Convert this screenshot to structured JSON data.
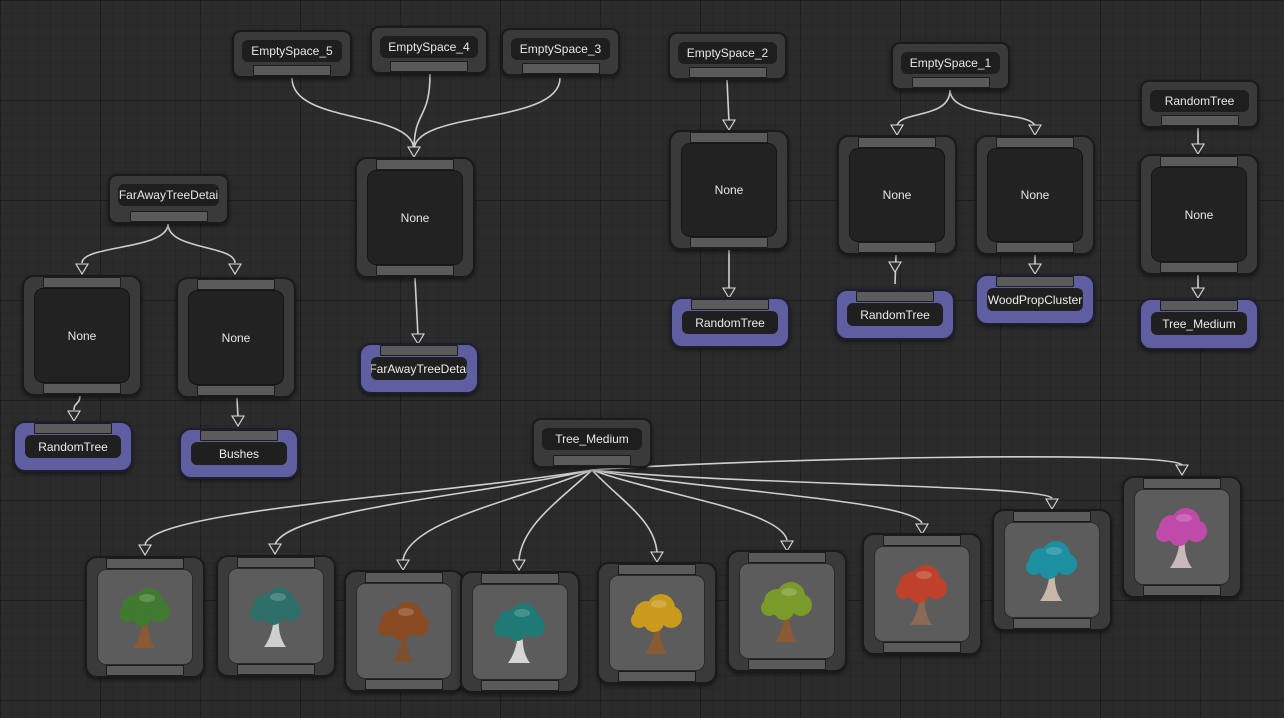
{
  "colors": {
    "background": "#2b2b2b",
    "node": "#3a3a3a",
    "node_inner": "#222222",
    "output_node": "#5e5ea0",
    "edge": "#cfcfcf"
  },
  "label_nodes": {
    "empty_space_5": "EmptySpace_5",
    "empty_space_4": "EmptySpace_4",
    "empty_space_3": "EmptySpace_3",
    "empty_space_2": "EmptySpace_2",
    "empty_space_1": "EmptySpace_1",
    "far_away_tree_detail": "FarAwayTreeDetai",
    "random_tree": "RandomTree",
    "tree_medium": "Tree_Medium"
  },
  "none_nodes": {
    "center": "None",
    "left_a": "None",
    "left_b": "None",
    "mid_right": "None",
    "right_a": "None",
    "right_b": "None",
    "far_right": "None"
  },
  "output_nodes": {
    "random_tree_left": "RandomTree",
    "bushes": "Bushes",
    "far_away_tree_detail": "FarAwayTreeDetai",
    "random_tree_mid": "RandomTree",
    "random_tree_right": "RandomTree",
    "wood_prop_cluster": "WoodPropCluster",
    "tree_medium": "Tree_Medium"
  },
  "tree_previews": [
    {
      "name": "tree-preview-green",
      "foliage": "#3f7a2e",
      "trunk": "#8a5a33"
    },
    {
      "name": "tree-preview-teal",
      "foliage": "#2e6f6a",
      "trunk": "#cfcfcf"
    },
    {
      "name": "tree-preview-brown",
      "foliage": "#8a4a22",
      "trunk": "#7a5030"
    },
    {
      "name": "tree-preview-cyan",
      "foliage": "#1f7a76",
      "trunk": "#d6d6d6"
    },
    {
      "name": "tree-preview-yellow",
      "foliage": "#c99a1c",
      "trunk": "#8a5a33"
    },
    {
      "name": "tree-preview-lime",
      "foliage": "#7a9a2a",
      "trunk": "#8a5a33"
    },
    {
      "name": "tree-preview-red",
      "foliage": "#c0412a",
      "trunk": "#8a6a55"
    },
    {
      "name": "tree-preview-aqua",
      "foliage": "#1c8fa0",
      "trunk": "#c8b8a8"
    },
    {
      "name": "tree-preview-pink",
      "foliage": "#c04aa8",
      "trunk": "#c8b8b8"
    }
  ]
}
